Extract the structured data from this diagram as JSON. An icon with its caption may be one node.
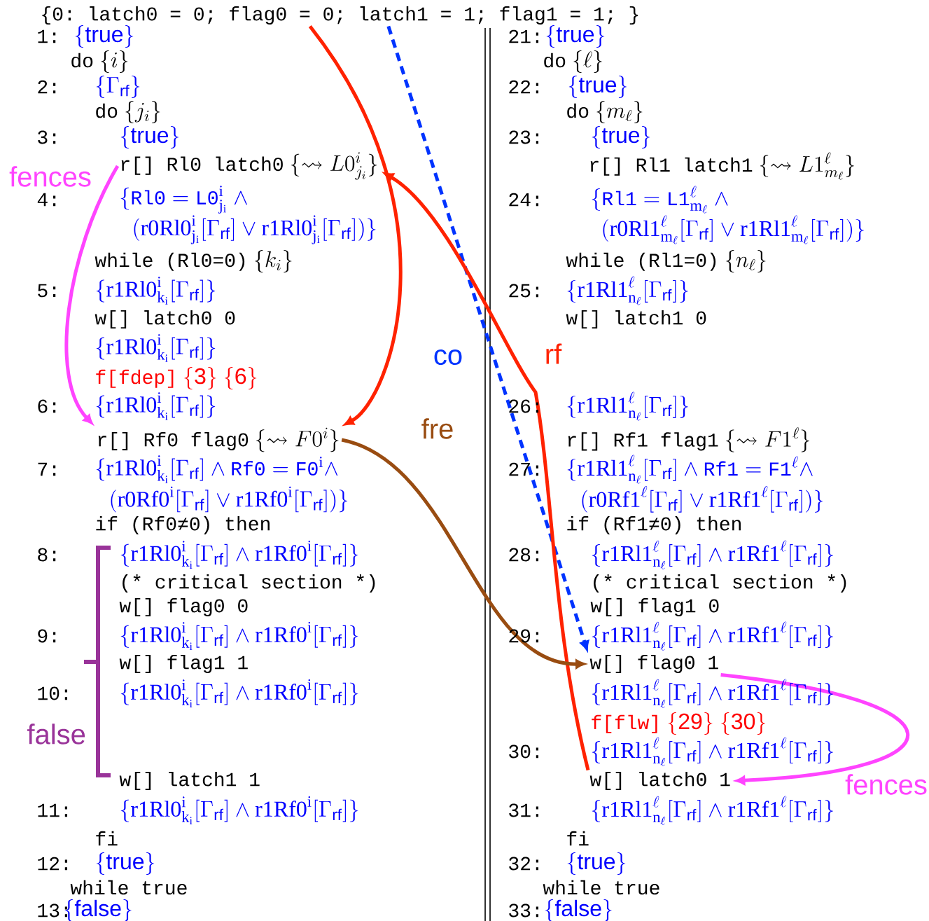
{
  "diagram": {
    "nodes": [
      {
        "text": [
          "{0: latch0 = 0; flag0 = 0; latch1 = 1; flag1 = 1; }"
        ]
      },
      {
        "text": [
          "\\texttt{r[] Rl0 latch0}\\ \\{\\leadsto L0^{i}_{j_i}\\}"
        ]
      },
      {
        "text": [
          "\\texttt{r[] Rf0 flag0}\\ \\{\\leadsto F0^{i}\\}"
        ]
      },
      {
        "text": [
          "w[] flag0 1"
        ]
      },
      {
        "text": [
          "w[] latch0 1"
        ]
      }
    ],
    "edges": [
      {
        "from": 1,
        "to": 2,
        "arrow": "to",
        "label": "fences",
        "color": "#ff44ff"
      },
      {
        "from": 0,
        "to": 2,
        "arrow": "to",
        "color": "#ff2200"
      },
      {
        "from": 0,
        "to": 3,
        "arrow": "to",
        "label": "co",
        "style": "dashed",
        "color": "#0033ff"
      },
      {
        "from": 4,
        "to": 1,
        "arrow": "to",
        "label": "rf",
        "color": "#ff2200"
      },
      {
        "from": 2,
        "to": 3,
        "arrow": "to",
        "label": "fre",
        "color": "#994c11"
      },
      {
        "from": 3,
        "to": 4,
        "arrow": "to",
        "label": "fences",
        "color": "#ff44ff"
      }
    ],
    "labels": [
      "1:",
      "\\{\\mathsf{true}\\}",
      "\\texttt{do}\\ \\{i\\}",
      "2:",
      "\\{\\Gamma_{\\mathsf{rf}}\\}",
      "\\texttt{do}\\ \\{j_i\\}",
      "3:",
      "\\{\\mathsf{true}\\}",
      "4:",
      "\\{\\mathtt{Rl0} = \\mathtt{L0}^{\\mathrm{i}}_{\\mathrm{j_i}}\\ \\wedge",
      "(\\mathrm{r0Rl0}^{\\mathrm{i}}_{\\mathrm{j_i}}[\\Gamma_{\\mathsf{rf}}] \\vee \\mathrm{r1Rl0}^{\\mathrm{i}}_{\\mathrm{j_i}}[\\Gamma_{\\mathsf{rf}}])\\}",
      "\\texttt{while (Rl0=0)}\\ \\{k_i\\}",
      "5:",
      "\\{\\mathrm{r1Rl0}^{\\mathrm{i}}_{\\mathrm{k_i}}[\\Gamma_{\\mathsf{rf}}]\\}",
      "w[] latch0 0",
      "\\{\\mathrm{r1Rl0}^{\\mathrm{i}}_{\\mathrm{k_i}}[\\Gamma_{\\mathsf{rf}}]\\}",
      "\\texttt{f[fdep]}\\ \\{\\mathsf{3}\\}\\ \\{\\mathsf{6}\\}",
      "6:",
      "\\{\\mathrm{r1Rl0}^{\\mathrm{i}}_{\\mathrm{k_i}}[\\Gamma_{\\mathsf{rf}}]\\}",
      "7:",
      "\\{\\mathrm{r1Rl0}^{\\mathrm{i}}_{\\mathrm{k_i}}[\\Gamma_{\\mathsf{rf}}] \\wedge \\mathtt{Rf0} = \\mathtt{F0}^{\\mathrm{i}} \\wedge",
      "(\\mathrm{r0Rf0}^{\\mathrm{i}}[\\Gamma_{\\mathsf{rf}}] \\vee \\mathrm{r1Rf0}^{\\mathrm{i}}[\\Gamma_{\\mathsf{rf}}])\\}",
      "if (Rf0≠0) then",
      "8:",
      "\\{\\mathrm{r1Rl0}^{\\mathrm{i}}_{\\mathrm{k_i}}[\\Gamma_{\\mathsf{rf}}] \\wedge \\mathrm{r1Rf0}^{\\mathrm{i}}[\\Gamma_{\\mathsf{rf}}]\\}",
      "(* critical section *)",
      "w[] flag0 0",
      "9:",
      "\\{\\mathrm{r1Rl0}^{\\mathrm{i}}_{\\mathrm{k_i}}[\\Gamma_{\\mathsf{rf}}] \\wedge \\mathrm{r1Rf0}^{\\mathrm{i}}[\\Gamma_{\\mathsf{rf}}]\\}",
      "w[] flag1 1",
      "10:",
      "\\{\\mathrm{r1Rl0}^{\\mathrm{i}}_{\\mathrm{k_i}}[\\Gamma_{\\mathsf{rf}}] \\wedge \\mathrm{r1Rf0}^{\\mathrm{i}}[\\Gamma_{\\mathsf{rf}}]\\}",
      "false",
      "w[] latch1 1",
      "11:",
      "\\{\\mathrm{r1Rl0}^{\\mathrm{i}}_{\\mathrm{k_i}}[\\Gamma_{\\mathsf{rf}}] \\wedge \\mathrm{r1Rf0}^{\\mathrm{i}}[\\Gamma_{\\mathsf{rf}}]\\}",
      "fi",
      "12:",
      "\\{\\mathsf{true}\\}",
      "while true",
      "13:",
      "\\{\\mathsf{false}\\}",
      "21:",
      "\\{\\mathsf{true}\\}",
      "\\texttt{do}\\ \\{\\ell\\}",
      "22:",
      "\\{\\mathsf{true}\\}",
      "\\texttt{do}\\ \\{m_\\ell\\}",
      "23:",
      "\\{\\mathsf{true}\\}",
      "\\texttt{r[] Rl1 latch1}\\ \\{\\leadsto L1^{\\ell}_{m_\\ell}\\}",
      "24:",
      "\\{\\mathtt{Rl1} = \\mathtt{L1}^{\\ell}_{\\mathrm{m}_\\ell}\\ \\wedge",
      "(\\mathrm{r0Rl1}^{\\ell}_{\\mathrm{m}_\\ell}[\\Gamma_{\\mathsf{rf}}] \\vee \\mathrm{r1Rl1}^{\\ell}_{\\mathrm{m}_\\ell}[\\Gamma_{\\mathsf{rf}}])\\}",
      "\\texttt{while (Rl1=0)}\\ \\{n_\\ell\\}",
      "25:",
      "\\{\\mathrm{r1Rl1}^{\\ell}_{\\mathrm{n}_\\ell}[\\Gamma_{\\mathsf{rf}}]\\}",
      "w[] latch1 0",
      "26:",
      "\\{\\mathrm{r1Rl1}^{\\ell}_{\\mathrm{n}_\\ell}[\\Gamma_{\\mathsf{rf}}]\\}",
      "\\texttt{r[] Rf1 flag1}\\ \\{\\leadsto F1^{\\ell}\\}",
      "27:",
      "\\{\\mathrm{r1Rl1}^{\\ell}_{\\mathrm{n}_\\ell}[\\Gamma_{\\mathsf{rf}}] \\wedge \\mathtt{Rf1} = \\mathtt{F1}^{\\ell} \\wedge",
      "(\\mathrm{r0Rf1}^{\\ell}[\\Gamma_{\\mathsf{rf}}] \\vee \\mathrm{r1Rf1}^{\\ell}[\\Gamma_{\\mathsf{rf}}])\\}",
      "if (Rf1≠0) then",
      "28:",
      "\\{\\mathrm{r1Rl1}^{\\ell}_{\\mathrm{n}_\\ell}[\\Gamma_{\\mathsf{rf}}] \\wedge \\mathrm{r1Rf1}^{\\ell}[\\Gamma_{\\mathsf{rf}}]\\}",
      "(* critical section *)",
      "w[] flag1 0",
      "29:",
      "\\{\\mathrm{r1Rl1}^{\\ell}_{\\mathrm{n}_\\ell}[\\Gamma_{\\mathsf{rf}}] \\wedge \\mathrm{r1Rf1}^{\\ell}[\\Gamma_{\\mathsf{rf}}]\\}",
      "\\{\\mathrm{r1Rl1}^{\\ell}_{\\mathrm{n}_\\ell}[\\Gamma_{\\mathsf{rf}}] \\wedge \\mathrm{r1Rf1}^{\\ell}[\\Gamma_{\\mathsf{rf}}]\\}",
      "\\texttt{f[flw]}\\ \\{\\mathsf{29}\\}\\ \\{\\mathsf{30}\\}",
      "30:",
      "\\{\\mathrm{r1Rl1}^{\\ell}_{\\mathrm{n}_\\ell}[\\Gamma_{\\mathsf{rf}}] \\wedge \\mathrm{r1Rf1}^{\\ell}[\\Gamma_{\\mathsf{rf}}]\\}",
      "31:",
      "\\{\\mathrm{r1Rl1}^{\\ell}_{\\mathrm{n}_\\ell}[\\Gamma_{\\mathsf{rf}}] \\wedge \\mathrm{r1Rf1}^{\\ell}[\\Gamma_{\\mathsf{rf}}]\\}",
      "fi",
      "32:",
      "\\{\\mathsf{true}\\}",
      "while true",
      "33:",
      "\\{\\mathsf{false}\\}"
    ]
  }
}
